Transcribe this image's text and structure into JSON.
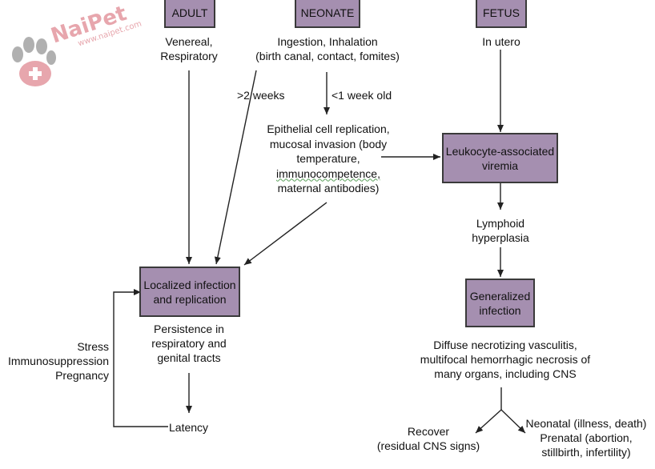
{
  "watermark": {
    "brand": "NaiPet",
    "url": "www.naipet.com",
    "color": "#e7a6ad"
  },
  "colors": {
    "box_fill": "#a58fb0",
    "box_border": "#3a3a3a",
    "line": "#222222"
  },
  "nodes": {
    "adult": "ADULT",
    "neonate": "NEONATE",
    "fetus": "FETUS",
    "leukocyte": [
      "Leukocyte-associated",
      "viremia"
    ],
    "localized": [
      "Localized infection",
      "and replication"
    ],
    "generalized": [
      "Generalized",
      "infection"
    ]
  },
  "labels": {
    "adult_route": [
      "Venereal,",
      "Respiratory"
    ],
    "neonate_route": [
      "Ingestion, Inhalation",
      "(birth canal, contact, fomites)"
    ],
    "fetus_route": "In utero",
    "over_2_weeks": ">2 weeks",
    "under_1_week": "<1 week old",
    "epithelial": [
      "Epithelial cell replication,",
      "mucosal invasion (body",
      "temperature,",
      "immunocompetence,",
      "maternal antibodies)"
    ],
    "lymphoid": [
      "Lymphoid",
      "hyperplasia"
    ],
    "persistence": [
      "Persistence in",
      "respiratory and",
      "genital tracts"
    ],
    "latency": "Latency",
    "triggers": [
      "Stress",
      "Immunosuppression",
      "Pregnancy"
    ],
    "diffuse": [
      "Diffuse necrotizing vasculitis,",
      "multifocal hemorrhagic necrosis of",
      "many organs, including CNS"
    ],
    "recover": [
      "Recover",
      "(residual CNS signs)"
    ],
    "outcomes": [
      "Neonatal (illness, death)",
      "Prenatal (abortion,",
      "stillbirth, infertility)"
    ]
  }
}
